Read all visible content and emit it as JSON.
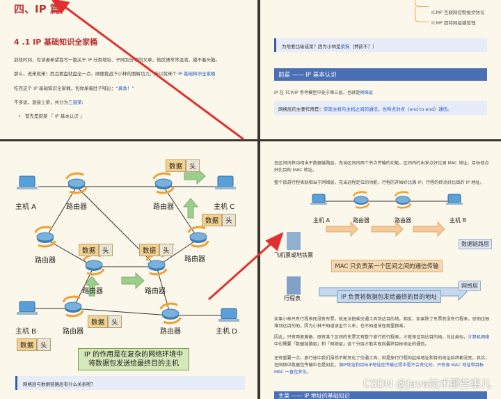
{
  "top_left": {
    "chapter_title": "四、IP 篇",
    "section_title": "4 .1 IP 基础知识全家桶",
    "paragraphs": [
      "前段时间，有读者希望我写一篇关于 IP 分类地址、子网划分等的文章，他反馈常常混淆，摸不着头脑。",
      "那么，说来就来！而且要盘就盘全一点，顺便挑战下小林的图解功力，所以就来个",
      "IP 基础知识全家桶",
      "吃完这个 IP 基础知识全家桶，包你屎着肚子喊出：",
      "“真香！”",
      "不多说，直接上菜，共分为",
      "三道菜",
      ":"
    ],
    "bullet": "首先是前菜 「 IP 基本认识 」"
  },
  "top_right": {
    "mindmap_items": [
      "ICMP 互联网控制报文协议",
      "ICMP 因特网组播管理"
    ],
    "question": "为啥要比喻成菜？因为小林是",
    "question_link": "菜狗",
    "question_end": "（押韵不？）",
    "section_bar": "前菜 —— IP 基本认识",
    "intro_1": "IP 在 TCP/IP 参考模型中处于第三层，也就是",
    "intro_link": "网络层",
    "note_prefix": "网络层的主要作用是：",
    "note_text": "实现主机与主机之间的通信，也叫点对点（end to end）通信。"
  },
  "diagram_left": {
    "hosts": [
      "主机 A",
      "主机 B",
      "主机 C",
      "主机 D"
    ],
    "router_label": "路由器",
    "tag_data": "数据",
    "tag_head": "头",
    "caption_line1": "IP 的作用是在复杂的网络环境中",
    "caption_line2": "将数据包发送给最终目的主机",
    "question": "网络层与数据链路层有什么关系呢？"
  },
  "diagram_right": {
    "text_lines": [
      "在区间内移动相当于数据链路层，充当区间内两个节点传输的功能，区间内的出发点好比源 MAC 地址，目标地点",
      "好比目的 MAC 地址。",
      "整个旅游行程表就相当于网络层，充当远程定位的功能，行程的开始好比源 IP，行程的终点好比目的 IP 地址。"
    ],
    "host_a": "主机 A",
    "host_b": "主机 B",
    "router_label": "路由器",
    "ticket_label": "飞机票或地铁票",
    "itinerary_label": "行程表",
    "mac_bar": "MAC 只负责某一个区间之间的通信传输",
    "ip_bar": "IP 负责将数据包发给最终的目的地址",
    "layer_link": "数据链路层",
    "layer_net": "网络层",
    "bottom_lines": [
      "如果小林只有行程表而没有车票，就无法搭乘交通工具到达目的地。相反，如果除了车票而没有行程表，恐怕也很",
      "难到达目的地。因为小林不知道该坐什么车，也不知道该在哪里换乘。",
      "因此，只有两者兼备，既有某个区间的车票又有整个旅行的行程表，才能保证到达目的地。与此类似，",
      "计算机网络",
      "中也需要「数据链路层」和「网络层」这个分层才能实现向最终目标地址的通信。",
      "还有重要一点，旅行途中我们虽然不断变化了交通工具，但是旅行行程的起始地址和目的地址始终都没变。其实，",
      "在网络中数据包传输中也是如此，",
      "源IP地址和目标IP地址在传输过程中是不会变化的，只有源 MAC 地址和目标",
      "MAC 一直在变化。"
    ],
    "bottom_bar": "主菜 —— IP 地址的基础知识",
    "watermark": "CSDN @Java技术那些事儿"
  },
  "colors": {
    "page_bg": "#fbf7ea",
    "heading_red": "#b33333",
    "link_blue": "#2156c6",
    "section_bar_blue": "#4a6fb5",
    "arrow_red": "#e23030"
  }
}
